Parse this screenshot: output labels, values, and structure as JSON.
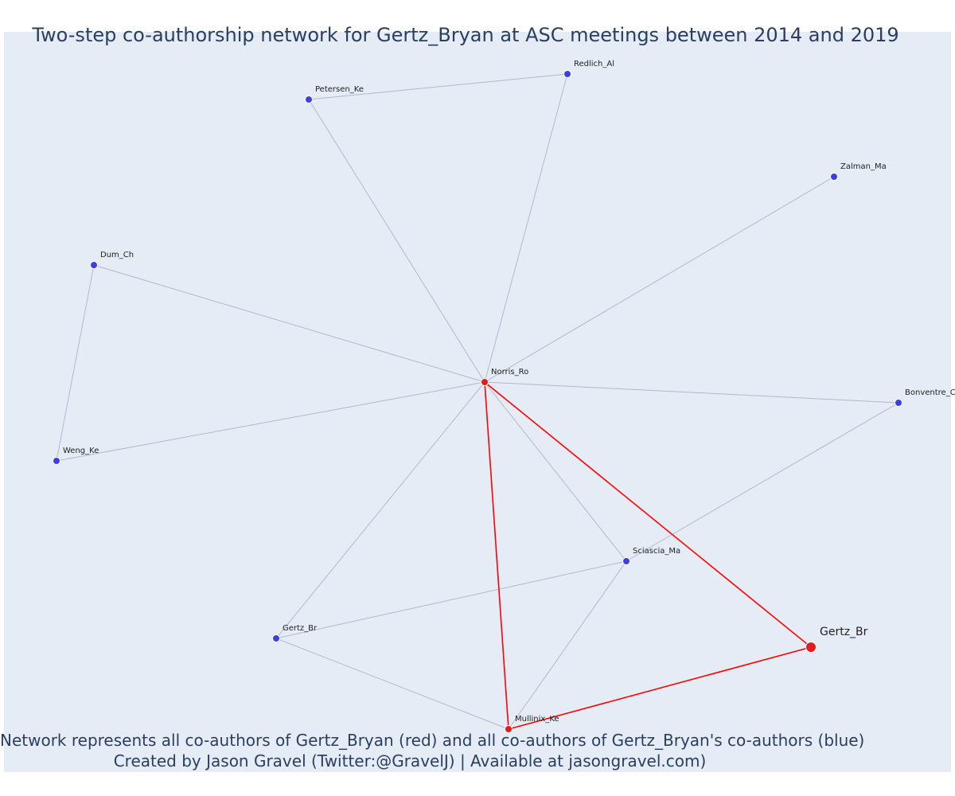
{
  "title": "Two-step co-authorship network for Gertz_Bryan at ASC meetings between 2014 and 2019",
  "captions": {
    "line1": "Network represents all co-authors of Gertz_Bryan (red) and all co-authors of Gertz_Bryan's co-authors (blue)",
    "line2": "Created by Jason Gravel (Twitter:@GravelJ) | Available at jasongravel.com)"
  },
  "colors": {
    "background": "#e5ecf6",
    "coauthor_node": "#e8191c",
    "second_step_node": "#3b3fe6",
    "direct_edge": "#ff0000",
    "indirect_edge": "#b4b8c8"
  },
  "nodes": [
    {
      "id": "redlich",
      "label": "Redlich_Al",
      "group": "second-step"
    },
    {
      "id": "petersen",
      "label": "Petersen_Ke",
      "group": "second-step"
    },
    {
      "id": "zalman",
      "label": "Zalman_Ma",
      "group": "second-step"
    },
    {
      "id": "dum",
      "label": "Dum_Ch",
      "group": "second-step"
    },
    {
      "id": "norris",
      "label": "Norris_Ro",
      "group": "coauthor"
    },
    {
      "id": "bonventre",
      "label": "Bonventre_C",
      "group": "second-step"
    },
    {
      "id": "weng",
      "label": "Weng_Ke",
      "group": "second-step"
    },
    {
      "id": "sciascia",
      "label": "Sciascia_Ma",
      "group": "second-step"
    },
    {
      "id": "gertz-small",
      "label": "Gertz_Br",
      "group": "second-step"
    },
    {
      "id": "gertz-focal",
      "label": "Gertz_Br",
      "group": "focal"
    },
    {
      "id": "mullinix",
      "label": "Mullinix_Ke",
      "group": "coauthor"
    }
  ],
  "edges": [
    {
      "source": "petersen",
      "target": "redlich",
      "type": "indirect"
    },
    {
      "source": "petersen",
      "target": "norris",
      "type": "indirect"
    },
    {
      "source": "redlich",
      "target": "norris",
      "type": "indirect"
    },
    {
      "source": "zalman",
      "target": "norris",
      "type": "indirect"
    },
    {
      "source": "dum",
      "target": "norris",
      "type": "indirect"
    },
    {
      "source": "dum",
      "target": "weng",
      "type": "indirect"
    },
    {
      "source": "weng",
      "target": "norris",
      "type": "indirect"
    },
    {
      "source": "bonventre",
      "target": "norris",
      "type": "indirect"
    },
    {
      "source": "bonventre",
      "target": "sciascia",
      "type": "indirect"
    },
    {
      "source": "norris",
      "target": "sciascia",
      "type": "indirect"
    },
    {
      "source": "norris",
      "target": "gertz-small",
      "type": "indirect"
    },
    {
      "source": "gertz-small",
      "target": "sciascia",
      "type": "indirect"
    },
    {
      "source": "gertz-small",
      "target": "mullinix",
      "type": "indirect"
    },
    {
      "source": "sciascia",
      "target": "mullinix",
      "type": "indirect"
    },
    {
      "source": "norris",
      "target": "gertz-focal",
      "type": "direct"
    },
    {
      "source": "norris",
      "target": "mullinix",
      "type": "direct"
    },
    {
      "source": "mullinix",
      "target": "gertz-focal",
      "type": "direct"
    }
  ]
}
